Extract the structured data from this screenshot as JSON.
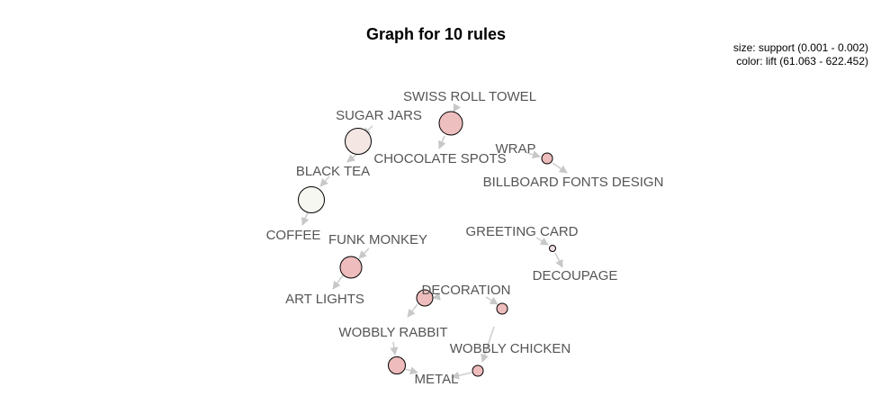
{
  "title": "Graph for 10 rules",
  "legend": {
    "size": "size: support (0.001 - 0.002)",
    "color": "color: lift (61.063 - 622.452)"
  },
  "colors": {
    "edge": "#cfcfcf",
    "arrow": "#c8c8c8",
    "label": "#555555",
    "node_stroke": "#000000",
    "lift_low": "#f7f7f2",
    "lift_mid": "#f1dede",
    "lift_high": "#eebcbc"
  },
  "labels": {
    "swiss_roll_towel": "SWISS ROLL TOWEL",
    "sugar_jars": "SUGAR JARS",
    "chocolate_spots": "CHOCOLATE  SPOTS",
    "wrap": "WRAP",
    "billboard_fonts_design": "BILLBOARD FONTS DESIGN",
    "black_tea": "BLACK TEA",
    "coffee": "COFFEE",
    "funk_monkey": "FUNK MONKEY",
    "greeting_card": "GREETING CARD",
    "decoupage": "DECOUPAGE",
    "art_lights": "ART LIGHTS",
    "decoration": "DECORATION",
    "wobbly_rabbit": "WOBBLY RABBIT",
    "wobbly_chicken": "WOBBLY CHICKEN",
    "metal": "METAL"
  }
}
